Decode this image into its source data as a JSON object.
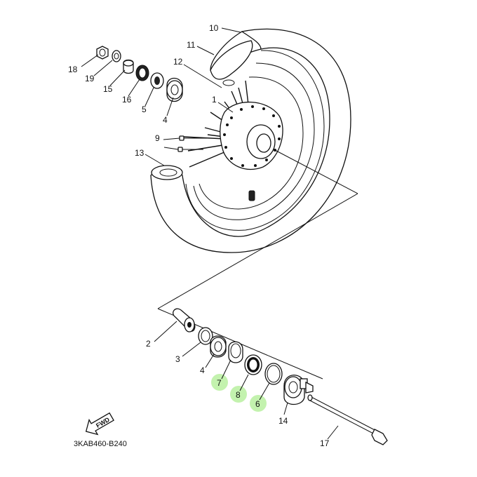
{
  "diagram": {
    "code": "3KAB460-B240",
    "fwd_label": "FWD",
    "highlight_color": "#b8f0a0",
    "callouts": [
      {
        "num": "10",
        "part": "tire"
      },
      {
        "num": "11",
        "part": "tube"
      },
      {
        "num": "12",
        "part": "spoke-set"
      },
      {
        "num": "1",
        "part": "hub"
      },
      {
        "num": "9",
        "part": "spoke-nipple"
      },
      {
        "num": "13",
        "part": "rim-band"
      },
      {
        "num": "18",
        "part": "axle-nut"
      },
      {
        "num": "19",
        "part": "washer"
      },
      {
        "num": "15",
        "part": "collar"
      },
      {
        "num": "16",
        "part": "oil-seal"
      },
      {
        "num": "5",
        "part": "spacer"
      },
      {
        "num": "4",
        "part": "bearing"
      },
      {
        "num": "2",
        "part": "spacer"
      },
      {
        "num": "3",
        "part": "bearing"
      },
      {
        "num": "4",
        "part": "bearing"
      },
      {
        "num": "7",
        "part": "oil-seal",
        "highlighted": true
      },
      {
        "num": "8",
        "part": "circlip",
        "highlighted": true
      },
      {
        "num": "6",
        "part": "oil-seal",
        "highlighted": true
      },
      {
        "num": "14",
        "part": "meter-gear-unit"
      },
      {
        "num": "17",
        "part": "wheel-axle"
      }
    ]
  }
}
